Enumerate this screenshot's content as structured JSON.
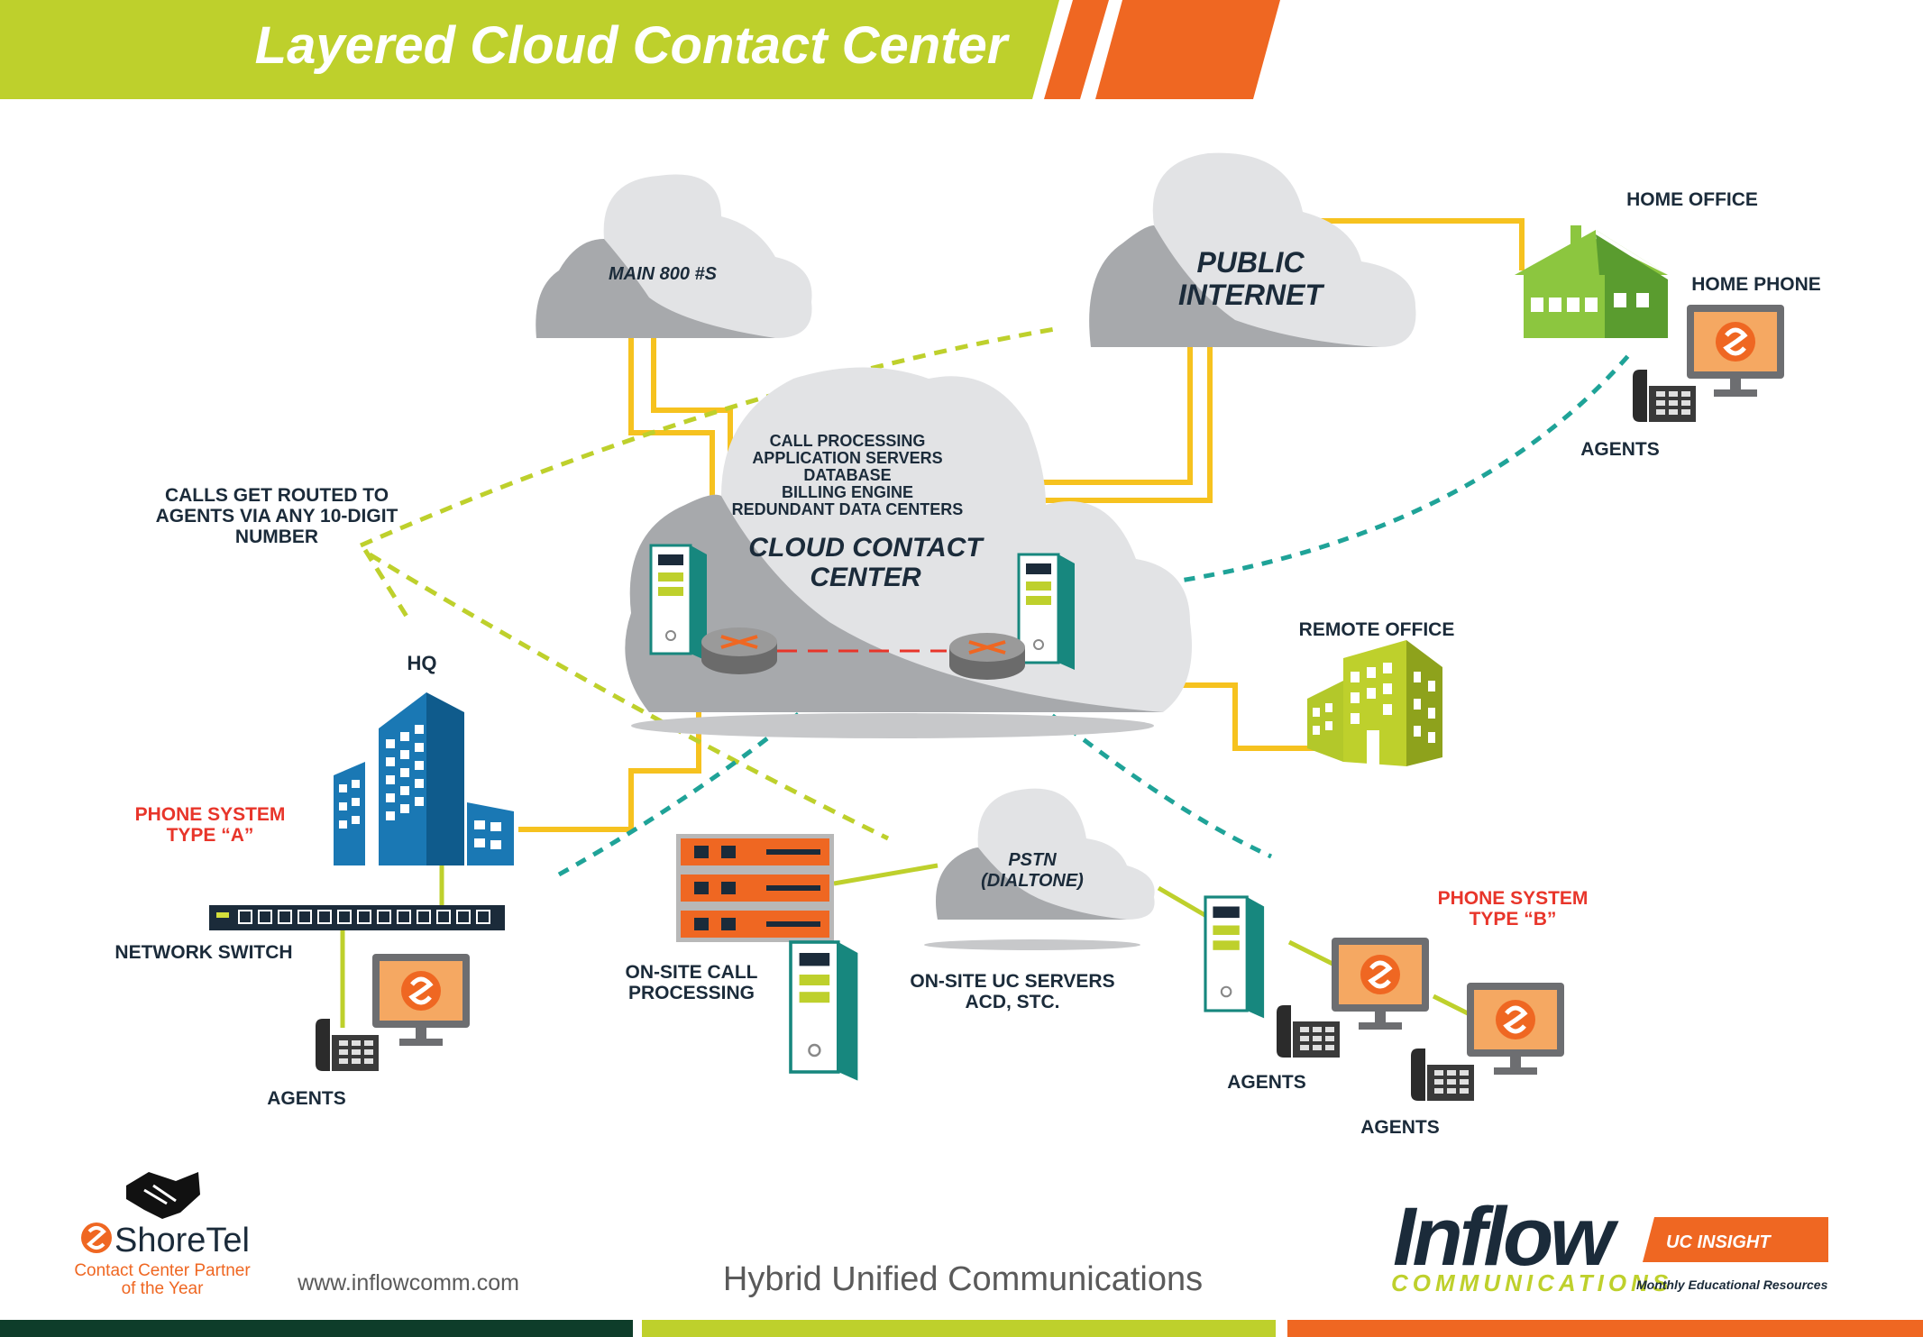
{
  "title": "Layered Cloud Contact Center",
  "colors": {
    "green": "#bed02c",
    "orange": "#ef6722",
    "teal": "#1fa398",
    "yellow": "#f6c21f",
    "navy": "#1b2b3a",
    "red": "#e8352a",
    "blue": "#1a78b4"
  },
  "clouds": {
    "main800": "MAIN 800 #S",
    "public_internet": [
      "PUBLIC",
      "INTERNET"
    ],
    "cloud_center_services": [
      "CALL PROCESSING",
      "APPLICATION SERVERS",
      "DATABASE",
      "BILLING ENGINE",
      "REDUNDANT DATA CENTERS"
    ],
    "cloud_center_name": [
      "CLOUD CONTACT",
      "CENTER"
    ],
    "pstn": [
      "PSTN",
      "(DIALTONE)"
    ]
  },
  "labels": {
    "calls_routed": [
      "CALLS GET ROUTED TO",
      "AGENTS VIA ANY 10-DIGIT",
      "NUMBER"
    ],
    "hq": "HQ",
    "phone_system_a": [
      "PHONE SYSTEM",
      "TYPE “A”"
    ],
    "network_switch": "NETWORK SWITCH",
    "agents_hq": "AGENTS",
    "onsite_call": [
      "ON-SITE CALL",
      "PROCESSING"
    ],
    "onsite_uc": [
      "ON-SITE UC SERVERS",
      "ACD, STC."
    ],
    "home_office": "HOME OFFICE",
    "home_phone": "HOME PHONE",
    "agents_home": "AGENTS",
    "remote_office": "REMOTE OFFICE",
    "phone_system_b": [
      "PHONE SYSTEM",
      "TYPE “B”"
    ],
    "agents_b1": "AGENTS",
    "agents_b2": "AGENTS"
  },
  "footer": {
    "shoretel_logo": "ShoreTel",
    "shoretel_caption": [
      "Contact Center Partner",
      "of the Year"
    ],
    "website": "www.inflowcomm.com",
    "tagline": "Hybrid Unified Communications",
    "inflow_logo": "Inflow",
    "inflow_sub": "COMMUNICATIONS",
    "uc_insight": "UC INSIGHT",
    "monthly": "Monthly Educational Resources"
  }
}
